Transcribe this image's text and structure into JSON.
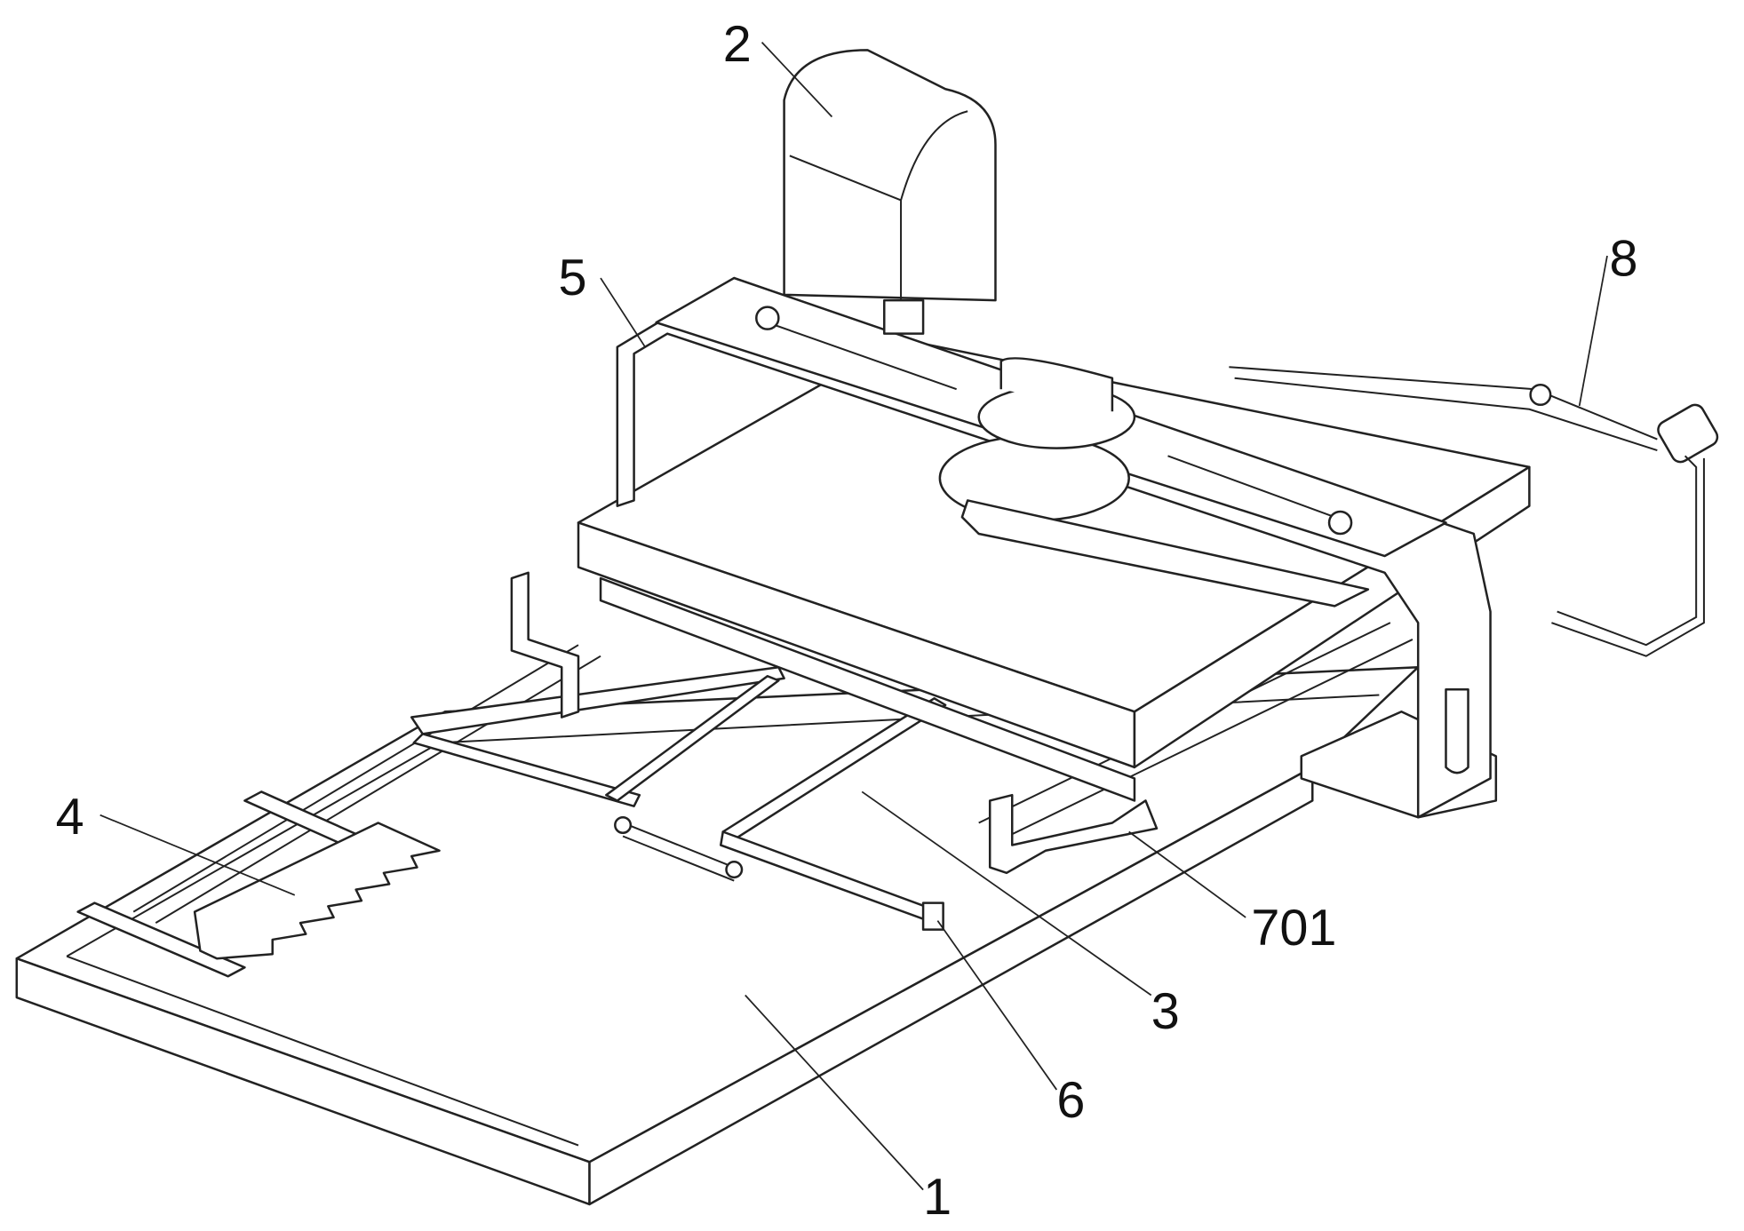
{
  "figure": {
    "labels": [
      {
        "id": "part-1",
        "text": "1"
      },
      {
        "id": "part-2",
        "text": "2"
      },
      {
        "id": "part-3",
        "text": "3"
      },
      {
        "id": "part-4",
        "text": "4"
      },
      {
        "id": "part-5",
        "text": "5"
      },
      {
        "id": "part-6",
        "text": "6"
      },
      {
        "id": "part-701",
        "text": "701"
      },
      {
        "id": "part-8",
        "text": "8"
      }
    ]
  }
}
